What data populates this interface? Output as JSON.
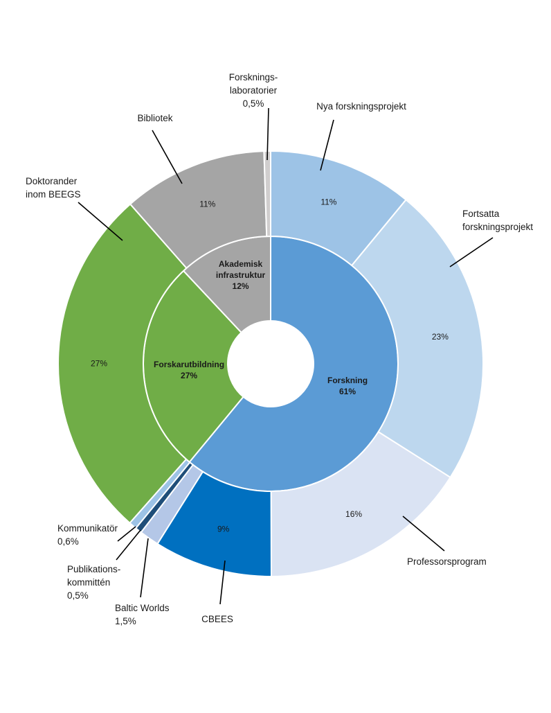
{
  "chart_data": {
    "type": "pie",
    "variant": "sunburst",
    "inner_ring": [
      {
        "label": "Forskning",
        "value": 61,
        "value_label": "61%",
        "color": "#5b9bd5"
      },
      {
        "label": "Forskarutbildning",
        "value": 27,
        "value_label": "27%",
        "color": "#70ad47"
      },
      {
        "label": "Akademisk infrastruktur",
        "label_lines": [
          "Akademisk",
          "infrastruktur"
        ],
        "value": 12,
        "value_label": "12%",
        "color": "#a5a5a5"
      }
    ],
    "outer_ring": [
      {
        "label": "Nya forskningsprojekt",
        "label_lines": [
          "Nya forskningsprojekt"
        ],
        "value": 11,
        "value_label": "11%",
        "parent": "Forskning",
        "color": "#9dc3e6"
      },
      {
        "label": "Fortsatta forskningsprojekt",
        "label_lines": [
          "Fortsatta",
          "forskningsprojekt"
        ],
        "value": 23,
        "value_label": "23%",
        "parent": "Forskning",
        "color": "#bdd7ee"
      },
      {
        "label": "Professorsprogram",
        "label_lines": [
          "Professorsprogram"
        ],
        "value": 16,
        "value_label": "16%",
        "parent": "Forskning",
        "color": "#dae3f3"
      },
      {
        "label": "CBEES",
        "label_lines": [
          "CBEES"
        ],
        "value": 9,
        "value_label": "9%",
        "parent": "Forskning",
        "color": "#0070c0"
      },
      {
        "label": "Baltic Worlds",
        "label_lines": [
          "Baltic Worlds",
          "1,5%"
        ],
        "value": 1.5,
        "value_label": "1,5%",
        "parent": "Forskning",
        "color": "#b4c7e7"
      },
      {
        "label": "Publikationskommittén",
        "label_lines": [
          "Publikations-",
          "kommittén",
          "0,5%"
        ],
        "value": 0.5,
        "value_label": "0,5%",
        "parent": "Forskning",
        "color": "#1f4e79"
      },
      {
        "label": "Kommunikatör",
        "label_lines": [
          "Kommunikatör",
          "0,6%"
        ],
        "value": 0.6,
        "value_label": "0,6%",
        "parent": "Forskning",
        "color": "#9dc3e6"
      },
      {
        "label": "Doktorander inom BEEGS",
        "label_lines": [
          "Doktorander",
          "inom BEEGS"
        ],
        "value": 27,
        "value_label": "27%",
        "parent": "Forskarutbildning",
        "color": "#70ad47"
      },
      {
        "label": "Bibliotek",
        "label_lines": [
          "Bibliotek"
        ],
        "value": 11,
        "value_label": "11%",
        "parent": "Akademisk infrastruktur",
        "color": "#a5a5a5"
      },
      {
        "label": "Forskningslaboratorier",
        "label_lines": [
          "Forsknings-",
          "laboratorier",
          "0,5%"
        ],
        "value": 0.5,
        "value_label": "0,5%",
        "parent": "Akademisk infrastruktur",
        "color": "#d0cece"
      }
    ]
  }
}
